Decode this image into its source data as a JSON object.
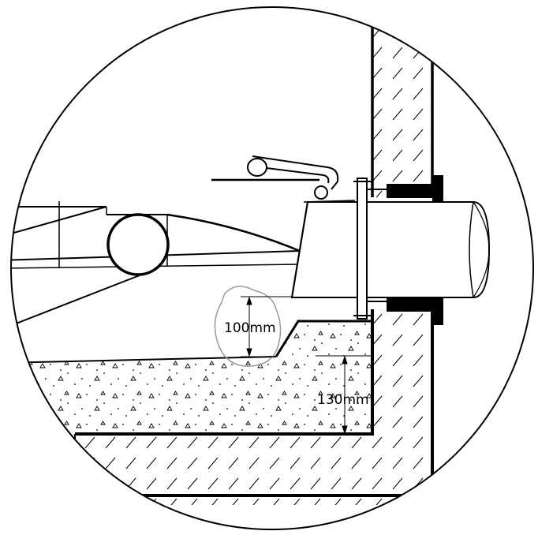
{
  "diagram": {
    "dimensions": [
      {
        "id": "clearance",
        "label": "100mm"
      },
      {
        "id": "slab-thickness",
        "label": "130mm"
      }
    ]
  }
}
